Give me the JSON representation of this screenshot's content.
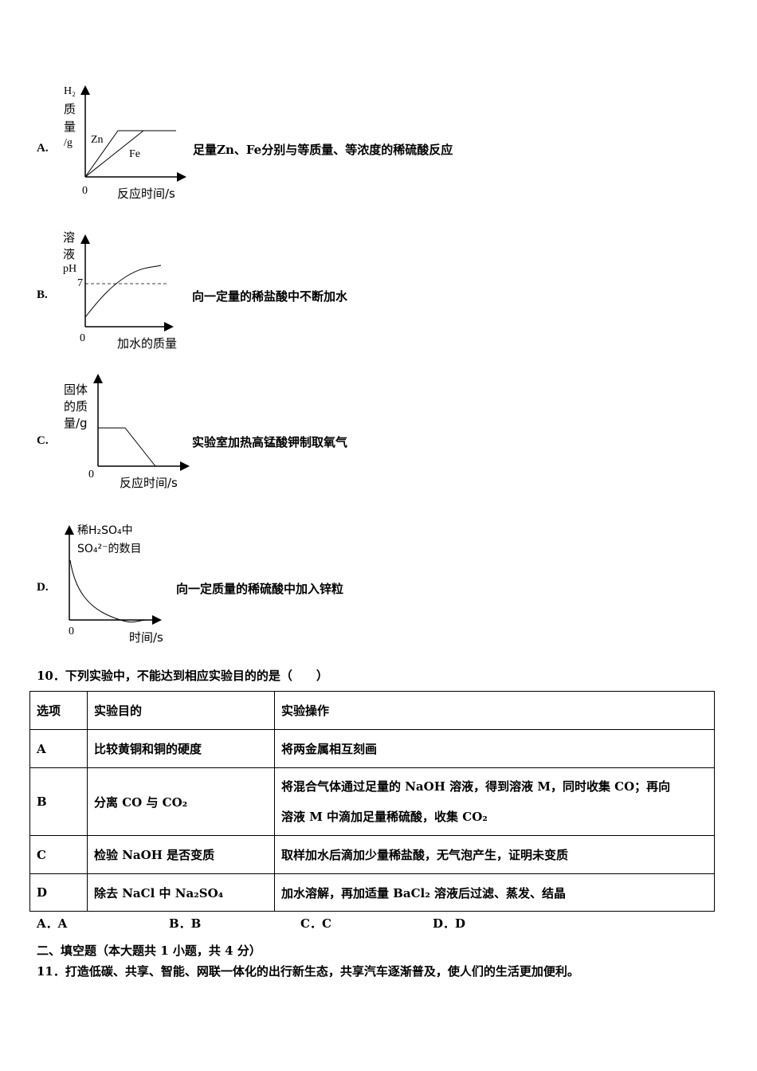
{
  "options": {
    "A": {
      "letter": "A.",
      "description": "足量Zn、Fe分别与等质量、等浓度的稀硫酸反应",
      "ylabel_lines": [
        "H₂",
        "质",
        "量",
        "/g"
      ],
      "xlabel": "反应时间/s",
      "origin": "0",
      "curve_labels": [
        "Zn",
        "Fe"
      ]
    },
    "B": {
      "letter": "B.",
      "description": "向一定量的稀盐酸中不断加水",
      "ylabel_lines": [
        "溶",
        "液",
        "pH"
      ],
      "xlabel": "加水的质量",
      "origin": "0",
      "tick": "7"
    },
    "C": {
      "letter": "C.",
      "description": "实验室加热高锰酸钾制取氧气",
      "ylabel_lines": [
        "固体",
        "的质",
        "量/g"
      ],
      "xlabel": "反应时间/s",
      "origin": "0"
    },
    "D": {
      "letter": "D.",
      "description": "向一定质量的稀硫酸中加入锌粒",
      "ylabel_lines": [
        "稀H₂SO₄中",
        "SO₄²⁻的数目"
      ],
      "xlabel": "时间/s",
      "origin": "0"
    }
  },
  "q10": {
    "stem": "10．下列实验中，不能达到相应实验目的的是（　　）",
    "headers": [
      "选项",
      "实验目的",
      "实验操作"
    ],
    "rows": [
      {
        "option": "A",
        "purpose": "比较黄铜和铜的硬度",
        "operation": "将两金属相互刻画"
      },
      {
        "option": "B",
        "purpose": "分离 CO 与 CO₂",
        "operation_line1": "将混合气体通过足量的 NaOH 溶液，得到溶液 M，同时收集 CO；再向",
        "operation_line2": "溶液 M 中滴加足量稀硫酸，收集 CO₂"
      },
      {
        "option": "C",
        "purpose": "检验 NaOH 是否变质",
        "operation": "取样加水后滴加少量稀盐酸，无气泡产生，证明未变质"
      },
      {
        "option": "D",
        "purpose": "除去 NaCl 中 Na₂SO₄",
        "operation": "加水溶解，再加适量 BaCl₂ 溶液后过滤、蒸发、结晶"
      }
    ],
    "answers": [
      "A．A",
      "B．B",
      "C．C",
      "D．D"
    ]
  },
  "section2": "二、填空题（本大题共 1 小题，共 4 分）",
  "q11": "11．打造低碳、共享、智能、网联一体化的出行新生态，共享汽车逐渐普及，使人们的生活更加便利。"
}
